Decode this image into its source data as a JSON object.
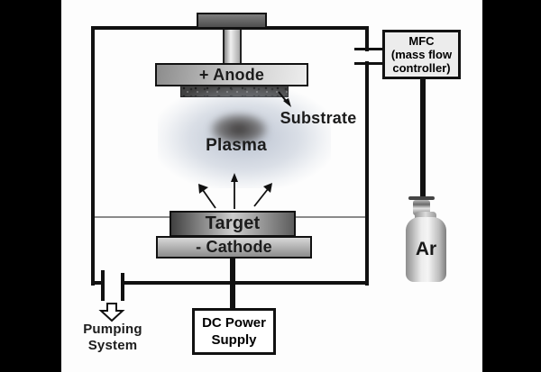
{
  "diagram": {
    "labels": {
      "anode": "+ Anode",
      "substrate": "Substrate",
      "plasma": "Plasma",
      "target": "Target",
      "cathode": "- Cathode",
      "dc_power_line1": "DC Power",
      "dc_power_line2": "Supply",
      "pumping_line1": "Pumping",
      "pumping_line2": "System",
      "mfc_line1": "MFC",
      "mfc_line2": "(mass flow",
      "mfc_line3": "controller)",
      "gas_cylinder": "Ar"
    },
    "icons": {
      "sputter_arrows": "three-up-arrows",
      "substrate_pointer": "down-right-arrow",
      "pump_arrow": "hollow-down-arrow"
    },
    "colors": {
      "letterbox": "#000000",
      "canvas": "#fdfdfd",
      "wall": "#111111",
      "plasma_tint": "#aab4c6",
      "plasma_core": "#3c3835",
      "mfc_fill": "#ececec",
      "metal_light": "#ededed",
      "metal_dark": "#414141"
    }
  }
}
